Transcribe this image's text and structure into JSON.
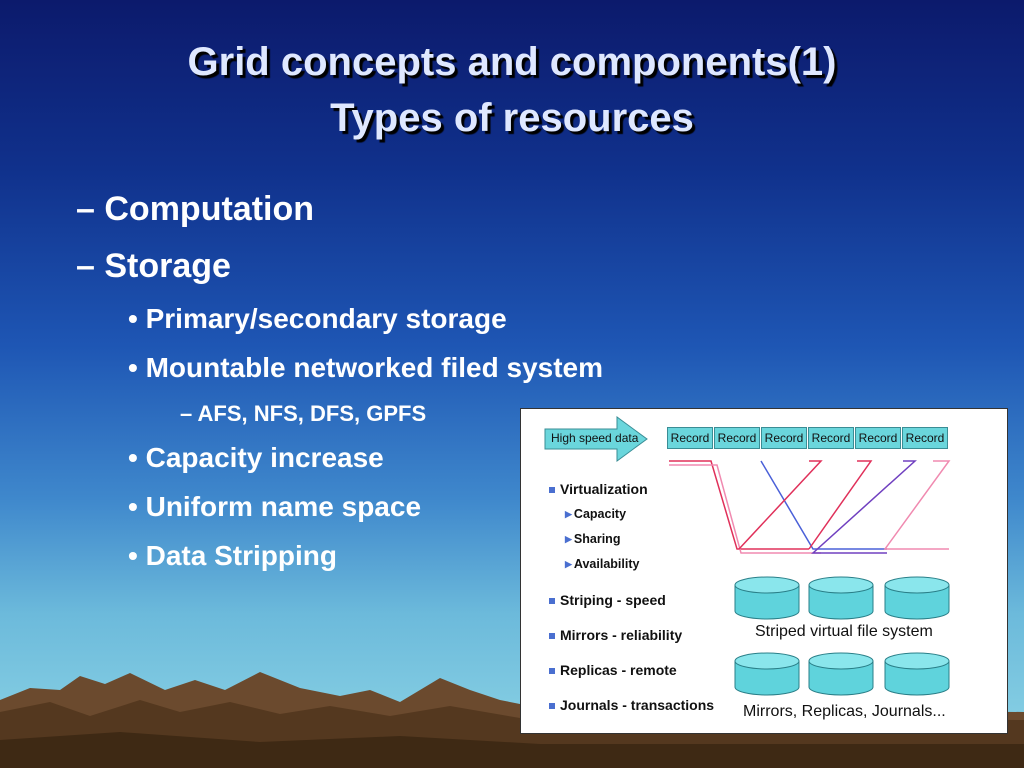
{
  "title": {
    "line1": "Grid concepts and components(1)",
    "line2": "Types of resources"
  },
  "bullets": {
    "computation": {
      "marker": "–",
      "text": "Computation"
    },
    "storage": {
      "marker": "–",
      "text": "Storage"
    },
    "primary": {
      "marker": "•",
      "text": "Primary/secondary storage"
    },
    "mountable": {
      "marker": "•",
      "text": "Mountable networked filed system"
    },
    "afs": {
      "marker": "–",
      "text": "AFS, NFS, DFS, GPFS"
    },
    "capacity": {
      "marker": "•",
      "text": "Capacity increase"
    },
    "uniform": {
      "marker": "•",
      "text": "Uniform name space"
    },
    "stripping": {
      "marker": "•",
      "text": "Data Stripping"
    }
  },
  "diagram": {
    "arrow_label": "High speed data",
    "records": [
      "Record",
      "Record",
      "Record",
      "Record",
      "Record",
      "Record"
    ],
    "features": {
      "virtualization": "Virtualization",
      "capacity": "Capacity",
      "sharing": "Sharing",
      "availability": "Availability",
      "striping": "Striping - speed",
      "mirrors": "Mirrors - reliability",
      "replicas": "Replicas - remote",
      "journals": "Journals - transactions"
    },
    "striped_caption": "Striped virtual file system",
    "mirrors_caption": "Mirrors, Replicas, Journals...",
    "colors": {
      "record_fill": "#6ad6dc",
      "cylinder_fill": "#5fd3dc",
      "line_red": "#e0305a",
      "line_pink": "#f08ab0",
      "line_blue": "#4a60d8",
      "line_purple": "#7040c0"
    }
  }
}
